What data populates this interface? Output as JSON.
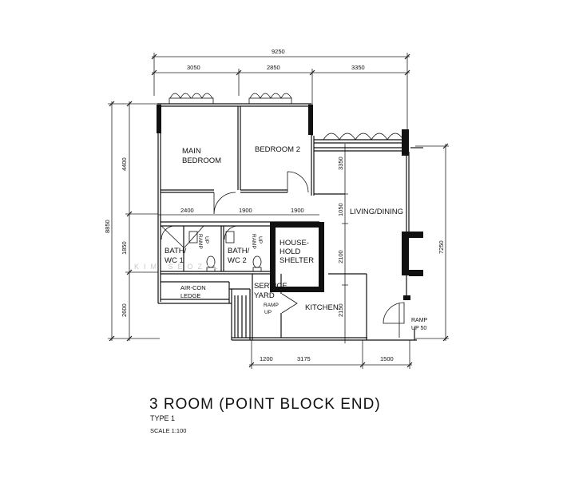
{
  "title": "3 ROOM (POINT BLOCK END)",
  "type_label": "TYPE 1",
  "scale_label": "SCALE  1:100",
  "watermark": "KIM SEOZIL",
  "rooms": {
    "main_bedroom_1": "MAIN",
    "main_bedroom_2": "BEDROOM",
    "bedroom2": "BEDROOM 2",
    "living_dining": "LIVING/DINING",
    "bath1_1": "BATH/",
    "bath1_2": "WC  1",
    "bath2_1": "BATH/",
    "bath2_2": "WC  2",
    "shelter_1": "HOUSE-",
    "shelter_2": "HOLD",
    "shelter_3": "SHELTER",
    "aircon_1": "AIR-CON",
    "aircon_2": "LEDGE",
    "service_1": "SERVICE",
    "service_2": "YARD",
    "kitchen": "KITCHEN",
    "ramp_a1": "RAMP",
    "ramp_a2": "UP",
    "ramp_b1": "RAMP",
    "ramp_b2": "UP",
    "ramp_c1": "RAMP",
    "ramp_c2": "UP",
    "ramp_d1": "RAMP",
    "ramp_d2": "UP  50"
  },
  "dimensions": {
    "total_width": "9250",
    "top_1": "3050",
    "top_2": "2850",
    "top_3": "3350",
    "total_height": "8850",
    "left_1": "4400",
    "left_2": "1850",
    "left_3": "2600",
    "right_total": "7250",
    "living_1": "3350",
    "living_2": "1050",
    "living_3": "2100",
    "living_4": "2150",
    "inner_1": "2400",
    "inner_2": "1900",
    "inner_3": "1900",
    "bottom_1": "1200",
    "bottom_2": "3175",
    "bottom_3": "1500"
  }
}
